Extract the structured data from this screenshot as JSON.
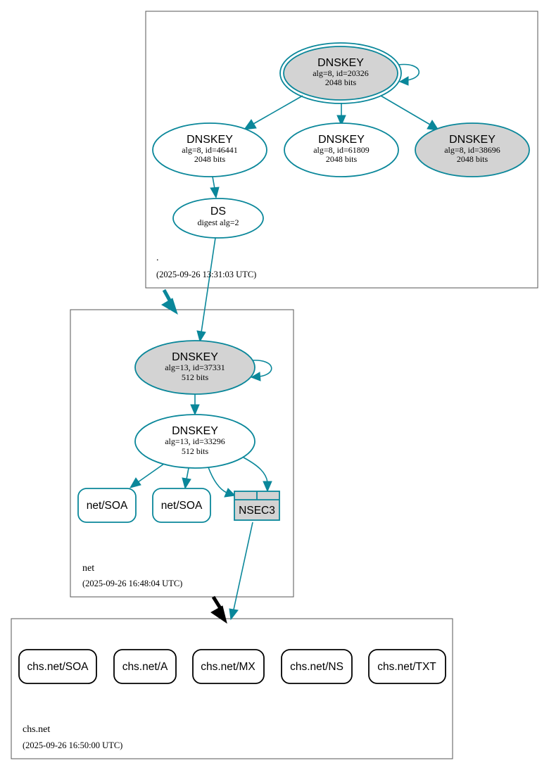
{
  "zones": {
    "root": {
      "name": ".",
      "date": "(2025-09-26 13:31:03 UTC)",
      "ksk": {
        "title": "DNSKEY",
        "info": "alg=8, id=20326",
        "bits": "2048 bits"
      },
      "zsk1": {
        "title": "DNSKEY",
        "info": "alg=8, id=46441",
        "bits": "2048 bits"
      },
      "zsk2": {
        "title": "DNSKEY",
        "info": "alg=8, id=61809",
        "bits": "2048 bits"
      },
      "zsk3": {
        "title": "DNSKEY",
        "info": "alg=8, id=38696",
        "bits": "2048 bits"
      },
      "ds": {
        "title": "DS",
        "info": "digest alg=2"
      }
    },
    "net": {
      "name": "net",
      "date": "(2025-09-26 16:48:04 UTC)",
      "ksk": {
        "title": "DNSKEY",
        "info": "alg=13, id=37331",
        "bits": "512 bits"
      },
      "zsk": {
        "title": "DNSKEY",
        "info": "alg=13, id=33296",
        "bits": "512 bits"
      },
      "soa1": "net/SOA",
      "soa2": "net/SOA",
      "nsec3": "NSEC3"
    },
    "chs": {
      "name": "chs.net",
      "date": "(2025-09-26 16:50:00 UTC)",
      "records": [
        "chs.net/SOA",
        "chs.net/A",
        "chs.net/MX",
        "chs.net/NS",
        "chs.net/TXT"
      ]
    }
  },
  "colors": {
    "edge": "#0a879a",
    "filled_node": "#d3d3d3",
    "nsec3_fill": "#d3d3d3",
    "delegation_insecure": "#000000"
  }
}
